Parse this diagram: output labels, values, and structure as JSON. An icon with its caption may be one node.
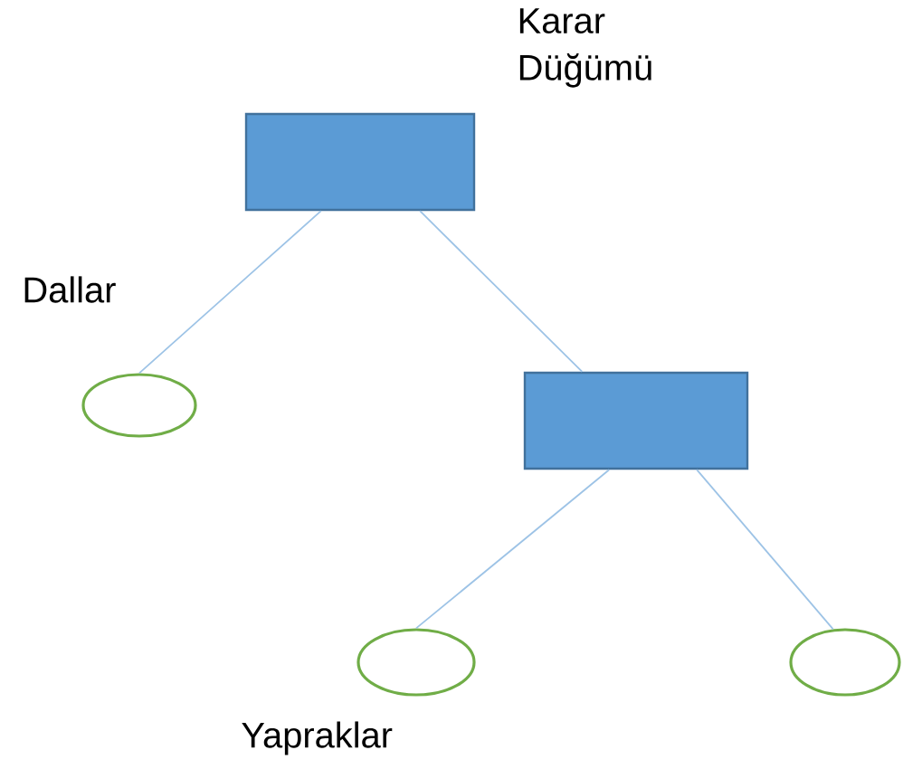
{
  "diagram": {
    "nodes": [
      {
        "text": [],
        "shape": "box",
        "beside": [
          "Karar Düğümü"
        ]
      },
      {
        "text": [],
        "shape": "circle"
      },
      {
        "text": [],
        "shape": "box"
      },
      {
        "text": [],
        "shape": "circle"
      },
      {
        "text": [],
        "shape": "circle"
      }
    ],
    "edges": [
      {
        "from": 0,
        "to": 1,
        "arrow": "none"
      },
      {
        "from": 0,
        "to": 2,
        "arrow": "none"
      },
      {
        "from": 2,
        "to": 3,
        "arrow": "none"
      },
      {
        "from": 2,
        "to": 4,
        "arrow": "none"
      }
    ],
    "labels": [
      "Dallar",
      "Yapraklar"
    ]
  }
}
